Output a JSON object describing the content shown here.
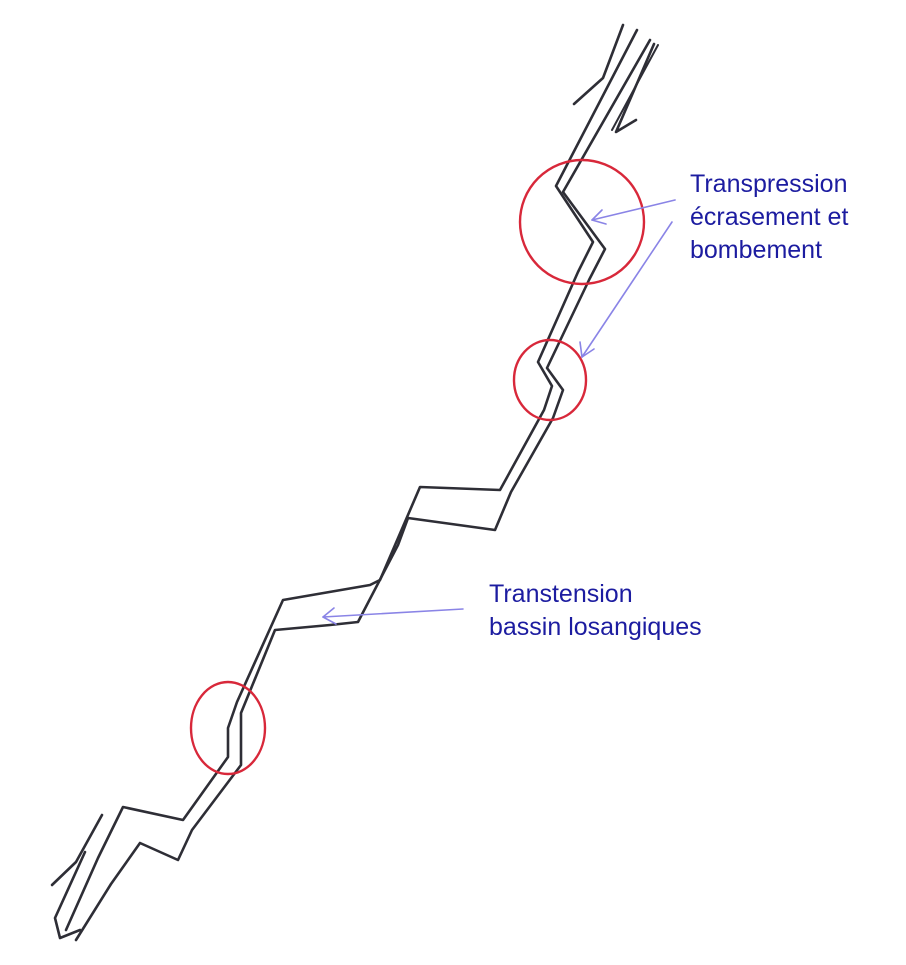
{
  "annotations": {
    "transpression": {
      "lines": [
        "Transpression",
        "écrasement et",
        "bombement"
      ]
    },
    "transtension": {
      "lines": [
        "Transtension",
        "bassin losangiques"
      ]
    }
  },
  "colors": {
    "fault_stroke": "#2e2e36",
    "circle_stroke": "#d8283a",
    "arrow_stroke": "#8a84e6",
    "label_text": "#1c1ca0"
  }
}
